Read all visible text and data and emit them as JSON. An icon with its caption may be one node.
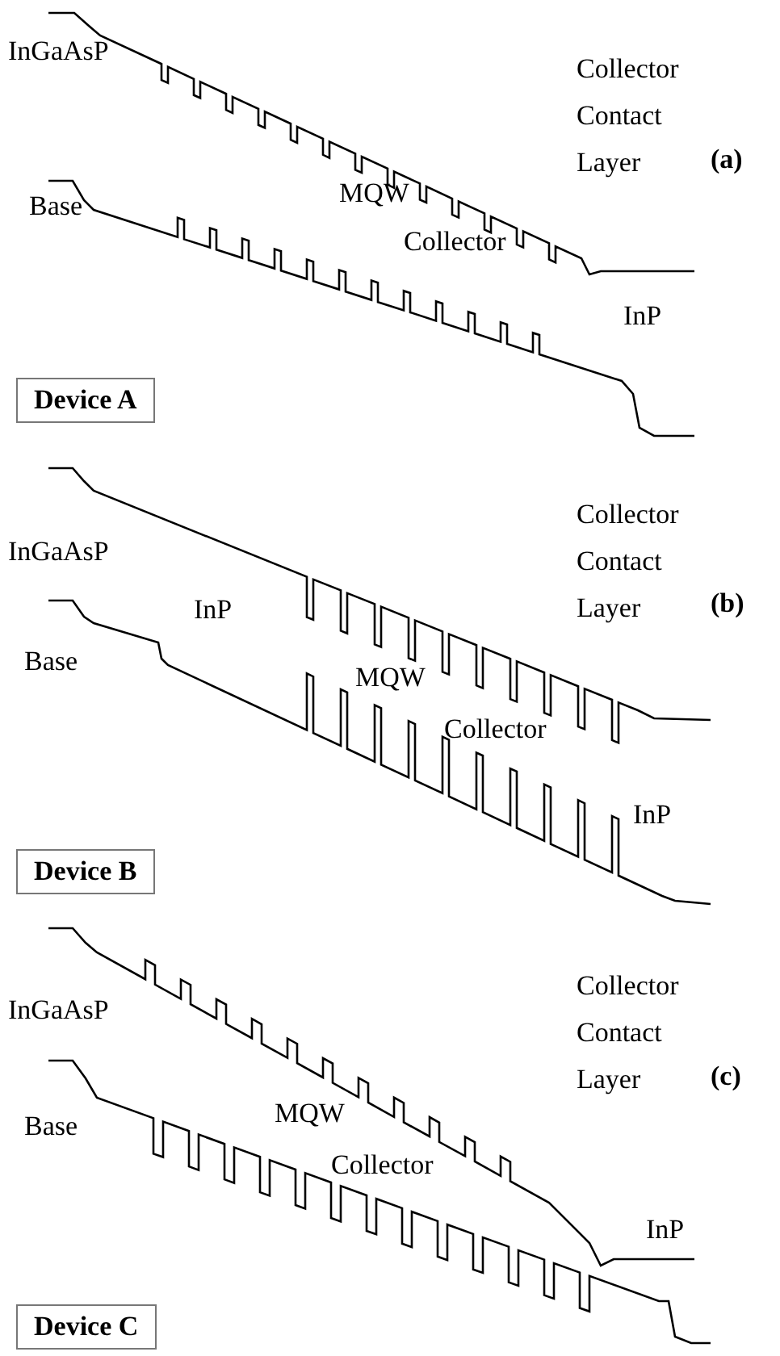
{
  "diagram": {
    "nodes": [
      {
        "text": [
          "Device A"
        ]
      },
      {
        "text": [
          "Device B"
        ]
      },
      {
        "text": [
          "Device C"
        ]
      }
    ],
    "labels": [
      "InGaAsP",
      "Collector Contact Layer",
      "Base",
      "MQW",
      "(a)",
      "Collector",
      "InP",
      "InGaAsP",
      "Collector Contact Layer",
      "Base",
      "InP",
      "MQW",
      "(b)",
      "Collector",
      "InP",
      "InGaAsP",
      "Collector Contact Layer",
      "Base",
      "MQW",
      "(c)",
      "Collector",
      "InP"
    ]
  }
}
